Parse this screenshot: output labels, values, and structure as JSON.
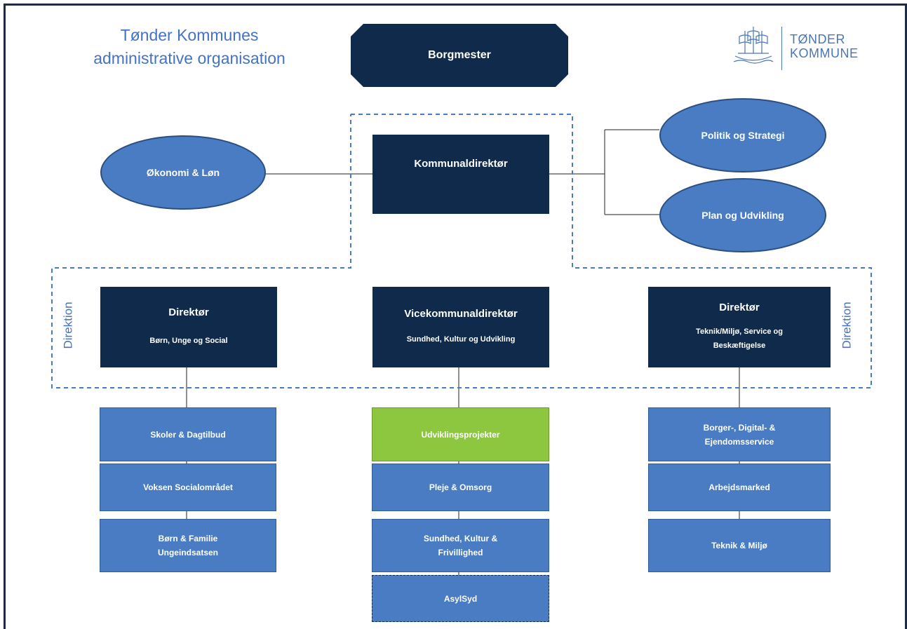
{
  "title": {
    "line1": "Tønder Kommunes",
    "line2": "administrative organisation"
  },
  "logo": {
    "line1": "TØNDER",
    "line2": "KOMMUNE"
  },
  "mayor": "Borgmester",
  "ceo": "Kommunaldirektør",
  "staff_left": "Økonomi & Løn",
  "staff_right": [
    "Politik og Strategi",
    "Plan og Udvikling"
  ],
  "direction_label": "Direktion",
  "directors": [
    {
      "title": "Direktør",
      "area": "Børn, Unge og Social"
    },
    {
      "title": "Vicekommunaldirektør",
      "area": "Sundhed, Kultur og Udvikling"
    },
    {
      "title": "Direktør",
      "area": "Teknik/Miljø, Service og Beskæftigelse"
    }
  ],
  "units": {
    "left": [
      "Skoler & Dagtilbud",
      "Voksen Socialområdet",
      "Børn & Familie Ungeindsatsen"
    ],
    "center": [
      "Udviklingsprojekter",
      "Pleje & Omsorg",
      "Sundhed, Kultur & Frivillighed",
      "AsylSyd"
    ],
    "right": [
      "Borger-, Digital- & Ejendomsservice",
      "Arbejdsmarked",
      "Teknik & Miljø"
    ]
  },
  "colors": {
    "dark": "#0f2a4a",
    "mid": "#4a7cc3",
    "green": "#8dc63f",
    "accent": "#4472c4"
  }
}
